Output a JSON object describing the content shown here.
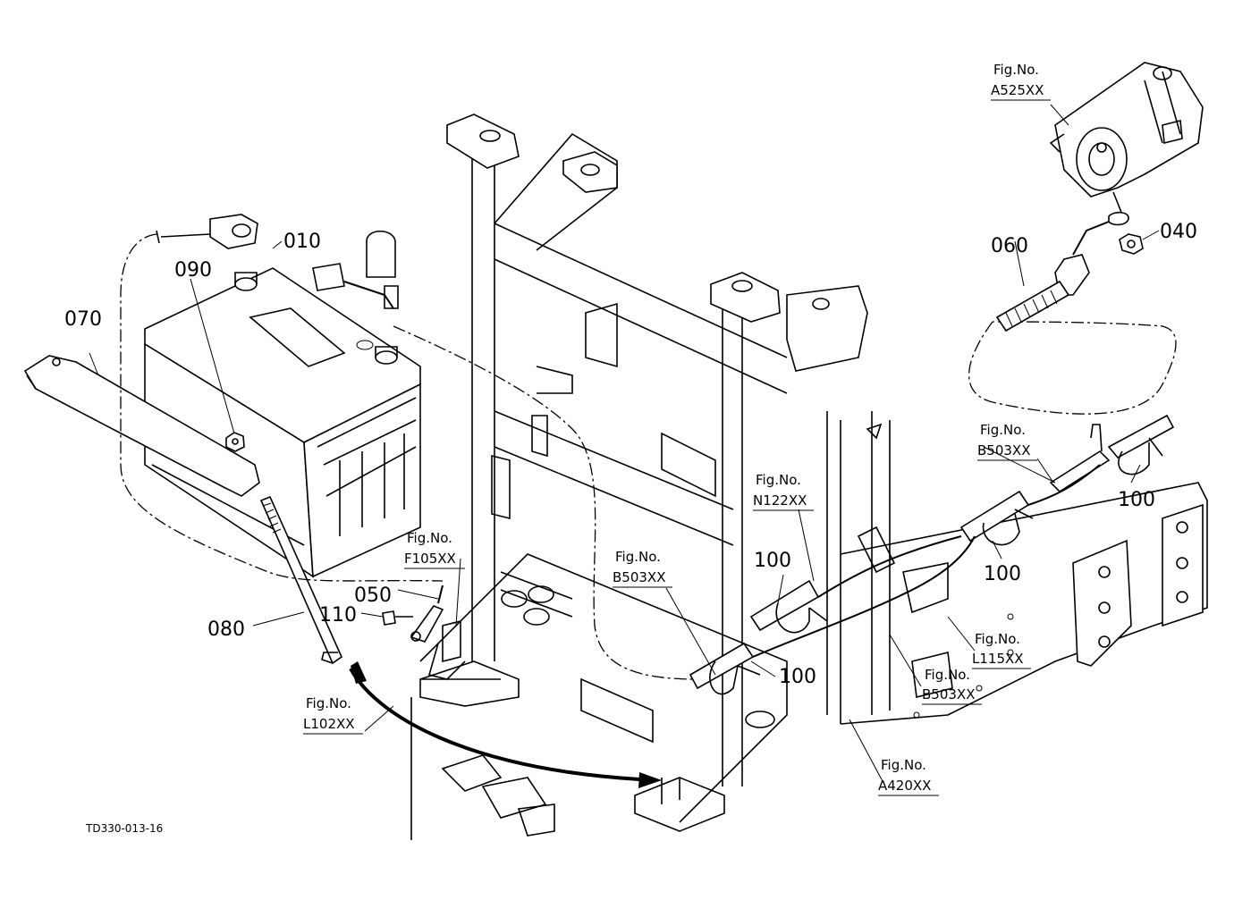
{
  "diagram": {
    "parts": {
      "p010": "010",
      "p040": "040",
      "p050": "050",
      "p060": "060",
      "p070": "070",
      "p080": "080",
      "p090": "090",
      "p100": "100",
      "p110": "110"
    },
    "fig_prefix": "Fig.No.",
    "refs": {
      "a525": "A525XX",
      "b503_right": "B503XX",
      "n122": "N122XX",
      "f105": "F105XX",
      "b503_mid": "B503XX",
      "l115": "L115XX",
      "b503_low": "B503XX",
      "l102": "L102XX",
      "a420": "A420XX"
    },
    "drawing_code": "TD330-013-16"
  }
}
